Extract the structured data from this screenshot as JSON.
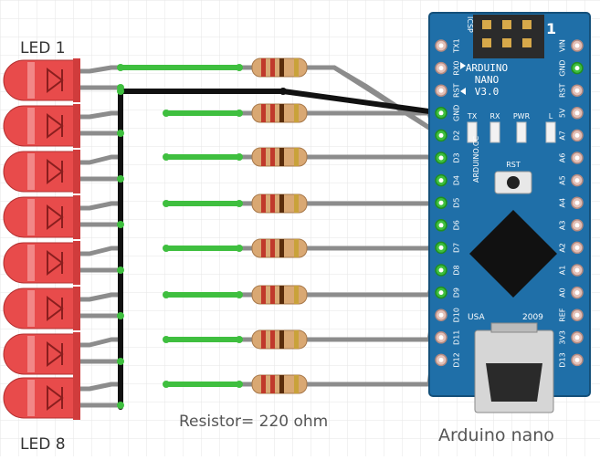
{
  "labels": {
    "led_first": "LED 1",
    "led_last": "LED 8",
    "resistor_note": "Resistor= 220 ohm",
    "board_caption": "Arduino nano"
  },
  "board": {
    "title": "ARDUINO",
    "subtitle": "NANO",
    "version": "V3.0",
    "icsp": "ICSP",
    "icsp_pin_one": "1",
    "site": "ARDUINO.CC",
    "rst_button": "RST",
    "usa": "USA",
    "year": "2009",
    "leds": [
      "TX",
      "RX",
      "PWR",
      "L"
    ],
    "left_pins": [
      "TX1",
      "RX0",
      "RST",
      "GND",
      "D2",
      "D3",
      "D4",
      "D5",
      "D6",
      "D7",
      "D8",
      "D9",
      "D10",
      "D11",
      "D12"
    ],
    "right_pins": [
      "VIN",
      "GND",
      "RST",
      "5V",
      "A7",
      "A6",
      "A5",
      "A4",
      "A3",
      "A2",
      "A1",
      "A0",
      "REF",
      "3V3",
      "D13"
    ]
  },
  "colors": {
    "led_red": "#e84b4b",
    "wire_gray": "#8c8c8c",
    "wire_black": "#111111",
    "wire_green": "#3fbf3f",
    "board_blue": "#1f6fa8",
    "resistor_body": "#d9a873"
  }
}
